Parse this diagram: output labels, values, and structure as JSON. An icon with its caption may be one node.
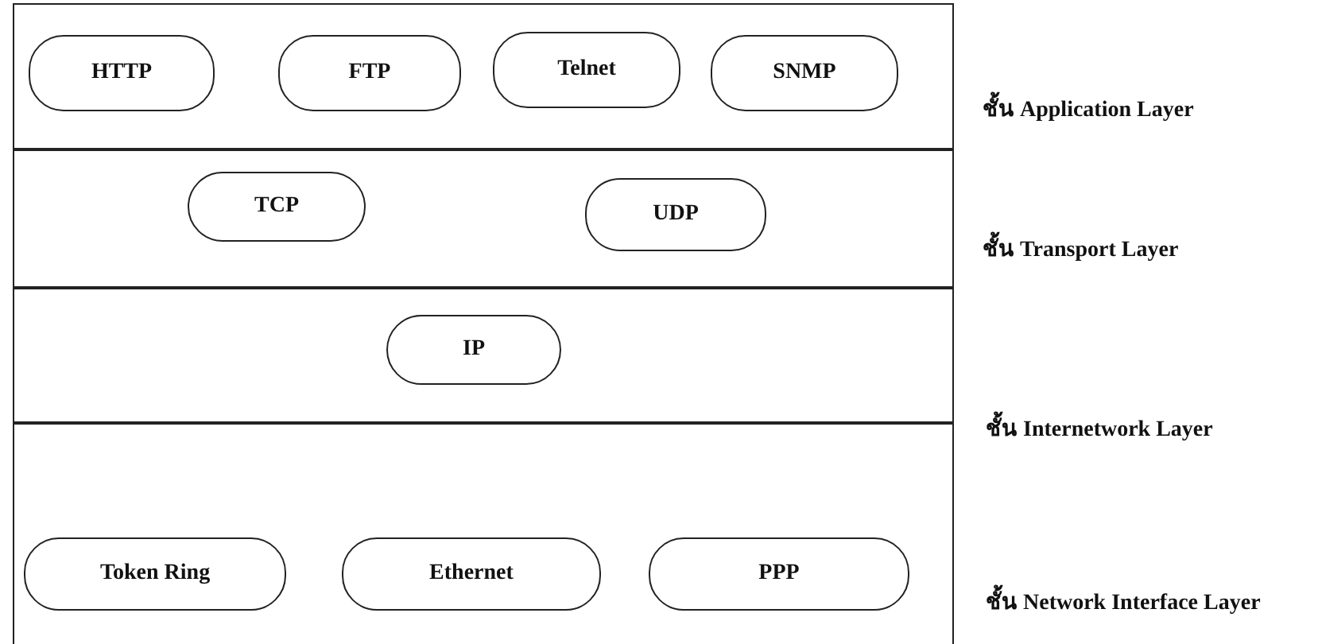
{
  "diagram": {
    "nodes": [
      {
        "text": [
          "ชั้น Application Layer"
        ]
      },
      {
        "text": [
          "HTTP"
        ],
        "in": 0
      },
      {
        "text": [
          "FTP"
        ],
        "in": 0
      },
      {
        "text": [
          "Telnet"
        ],
        "in": 0
      },
      {
        "text": [
          "SNMP"
        ],
        "in": 0
      },
      {
        "text": [
          "ชั้น Transport Layer"
        ]
      },
      {
        "text": [
          "TCP"
        ],
        "in": 5
      },
      {
        "text": [
          "UDP"
        ],
        "in": 5
      },
      {
        "text": [
          "ชั้น Internetwork Layer"
        ]
      },
      {
        "text": [
          "IP"
        ],
        "in": 8
      },
      {
        "text": [
          "ชั้น Network Interface Layer"
        ]
      },
      {
        "text": [
          "Token Ring"
        ],
        "in": 10
      },
      {
        "text": [
          "Ethernet"
        ],
        "in": 10
      },
      {
        "text": [
          "PPP"
        ],
        "in": 10
      }
    ]
  }
}
